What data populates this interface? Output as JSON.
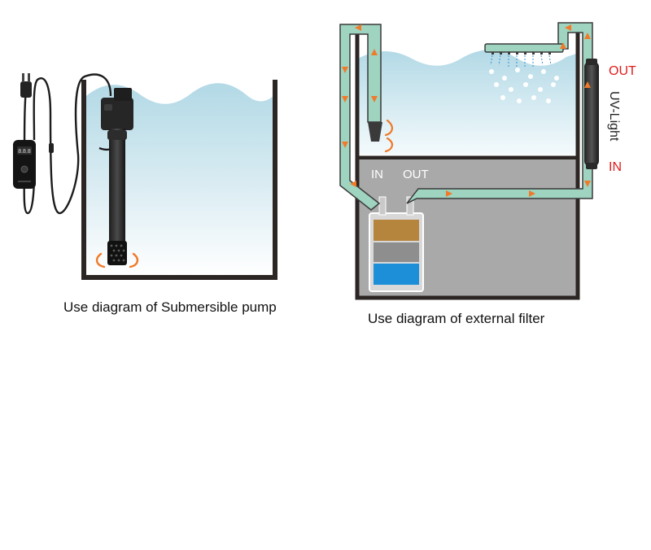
{
  "pump_diagram": {
    "caption": "Use diagram of Submersible pump"
  },
  "filter_diagram": {
    "caption": "Use diagram of external filter",
    "labels": {
      "in": "IN",
      "out": "OUT",
      "uv_out": "OUT",
      "uv_light": "UV-Light",
      "uv_in": "IN"
    }
  },
  "colors": {
    "water_top": "#b9dde9",
    "water_bottom": "#ffffff",
    "tank_wall": "#2b2523",
    "pipe_fill": "#9fd4c0",
    "pipe_outline": "#3a3a3a",
    "flow_arrow": "#f07a2a",
    "cabinet": "#a9a9a9",
    "label_red": "#e01c1c",
    "label_white": "#ffffff",
    "media_brown": "#b5853e",
    "media_gray": "#8e8e8e",
    "media_blue": "#1c8fd8"
  },
  "icons": [
    "power-plug-icon",
    "pump-controller-icon",
    "uv-lamp-icon",
    "spray-bar-icon"
  ]
}
